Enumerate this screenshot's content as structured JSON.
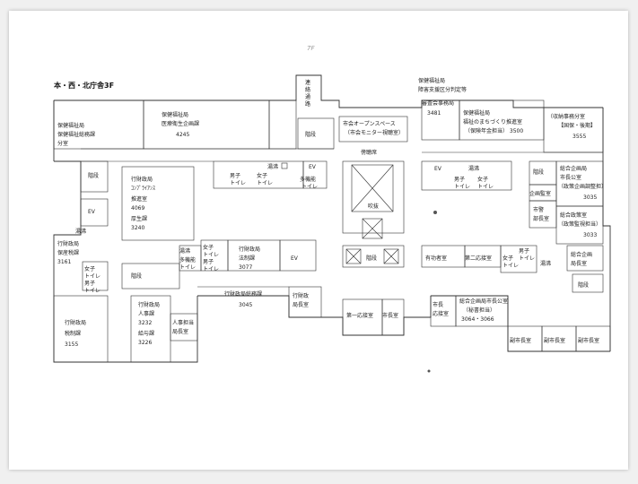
{
  "title": "本・西・北庁舎3F",
  "handwritten_mark": "7F",
  "rooms": {
    "hoken_bunshitsu": [
      "保健福祉局",
      "保健福祉総務課",
      "分室"
    ],
    "iryou": [
      "保健福祉局",
      "医療衛生企画課",
      "4245"
    ],
    "renraku": [
      "連",
      "絡",
      "通",
      "路"
    ],
    "kaidan_top": "階段",
    "open_space": [
      "市会オープンスペース",
      "（市会モニター視聴室）"
    ],
    "boucho": "傍聴席",
    "fukinuke": "吹抜",
    "shinsa": [
      "保健福祉局",
      "障害支援区分判定等",
      "審査会事務局",
      "3481"
    ],
    "fukushi": [
      "保健福祉局",
      "福祉のまちづくり推進室",
      "（保険年金担当） 3500"
    ],
    "shunou": [
      "（収納事務分室",
      "【国保・後期】",
      "3555"
    ],
    "ev_top": "EV",
    "danshi_toilet_a": [
      "男子",
      "トイレ"
    ],
    "joshi_toilet_a": [
      "女子",
      "トイレ"
    ],
    "yuto_a": "湯沸",
    "tamokuteki_a": [
      "多機能",
      "トイレ"
    ],
    "ev_top_right": "EV",
    "yuto_b": "湯沸",
    "danshi_toilet_b": [
      "男子",
      "トイレ"
    ],
    "joshi_toilet_b": [
      "女子",
      "トイレ"
    ],
    "kaidan_left": "階段",
    "ev_left": "EV",
    "yuto_left": "湯沸",
    "compliance": [
      "行財政局",
      "ｺﾝﾌﾟﾗｲｱﾝｽ",
      "推進室",
      "4069",
      "厚生課",
      "3240"
    ],
    "kaidan_right": "階段",
    "kikaku_kancho": "企画監室",
    "keibu": [
      "市警",
      "部長室"
    ],
    "somu_kikaku": [
      "総合企画局",
      "市長公室",
      "（政策企画調整担）",
      "3035"
    ],
    "seisaku": [
      "総合政策室",
      "（政策監視担当）",
      "3033"
    ],
    "hoshi": [
      "行財政局",
      "保産税課",
      "3161"
    ],
    "tamokuteki_b": [
      "湯沸",
      "多機能",
      "トイレ"
    ],
    "joshi_toilet_c": [
      "女子",
      "トイレ"
    ],
    "danshi_toilet_c": [
      "男子",
      "トイレ"
    ],
    "houkika": [
      "行財政局",
      "法制課",
      "3077"
    ],
    "ev_mid": "EV",
    "kaidan_mid": "階段",
    "yuukou": "有功者室",
    "dai2_oustu": "第二応接室",
    "joshi_toilet_d": [
      "女子",
      "トイレ"
    ],
    "danshi_toilet_d": [
      "男子",
      "トイレ"
    ],
    "yuto_d": "湯沸",
    "sogo_kyokucho": [
      "総合企画",
      "局長室"
    ],
    "kaidan_far_right": "階段",
    "joshi_toilet_e": [
      "女子",
      "トイレ"
    ],
    "danshi_toilet_e": [
      "男子",
      "トイレ"
    ],
    "kaidan_lower": "階段",
    "somuka": [
      "行財政局総務課",
      "3045"
    ],
    "gyozai_kyokucho": [
      "行財政",
      "局長室"
    ],
    "dai1_oustu": "第一応接室",
    "shichoshitsu": "市長室",
    "shicho_ousetsu": [
      "市長",
      "応接室"
    ],
    "hisho": [
      "総合企画局市長公室",
      "（秘書担当）",
      "3064・3066"
    ],
    "zeisei": [
      "行財政局",
      "税制課",
      "3155"
    ],
    "jinji": [
      "行財政局",
      "人事課",
      "3232",
      "給与課",
      "3226"
    ],
    "jinji_tanto": [
      "人事担当",
      "局長室"
    ],
    "fuku1": "副市長室",
    "fuku2": "副市長室",
    "fuku3": "副市長室"
  }
}
